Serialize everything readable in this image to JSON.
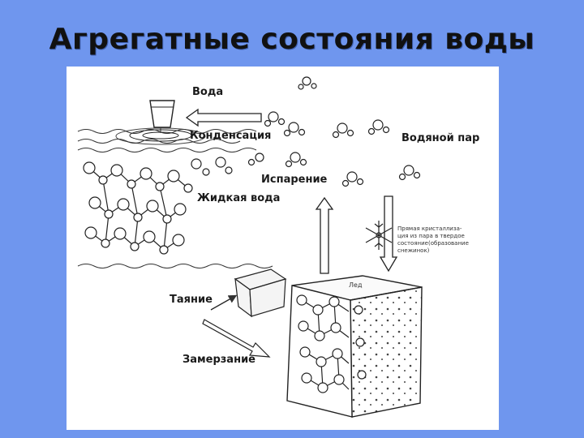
{
  "slide": {
    "title": "Агрегатные состояния воды"
  },
  "diagram": {
    "labels": {
      "water": "Вода",
      "condensation": "Конденсация",
      "water_vapor": "Водяной пар",
      "evaporation": "Испарение",
      "liquid_water": "Жидкая вода",
      "melting": "Таяние",
      "freezing": "Замерзание",
      "ice": "Лед",
      "direct_crystallization": [
        "Прямая кристаллиза-",
        "ция из пара в твердое",
        "состояние(образование",
        "снежинок)"
      ]
    }
  }
}
